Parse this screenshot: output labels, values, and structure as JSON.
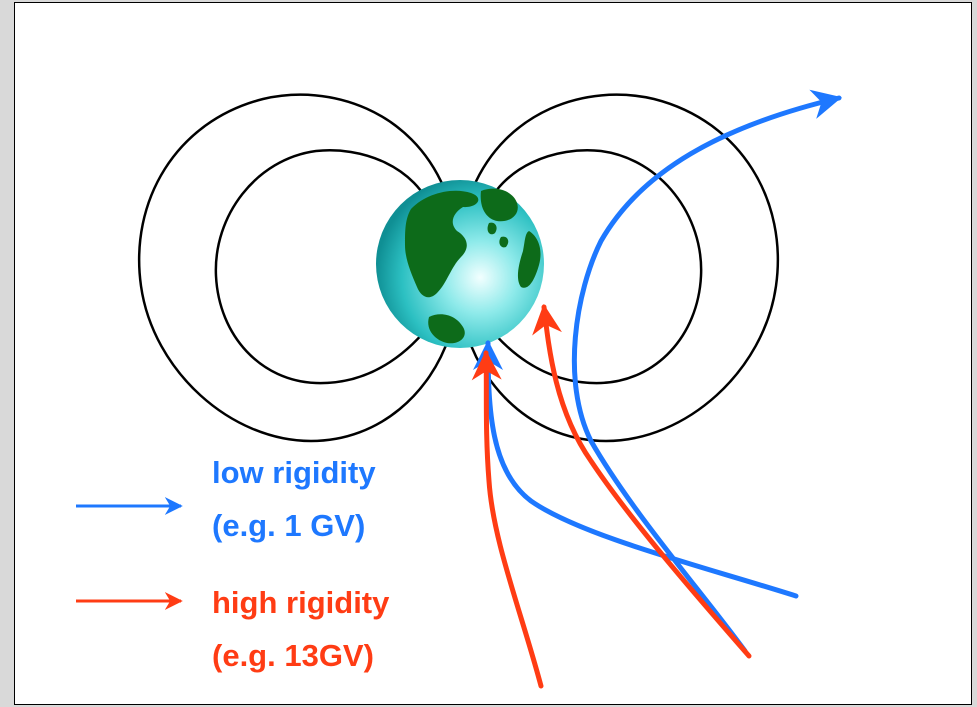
{
  "colors": {
    "low_rigidity": "#1e78ff",
    "high_rigidity": "#ff3c14",
    "field_lines": "#000000",
    "earth_ocean": "#2ec8c8",
    "earth_land": "#0d6b1a"
  },
  "icons": {
    "earth": "earth-globe-icon"
  },
  "legend": {
    "low": {
      "line1": "low rigidity",
      "line2": "(e.g. 1 GV)"
    },
    "high": {
      "line1": "high rigidity",
      "line2": "(e.g. 13GV)"
    }
  }
}
